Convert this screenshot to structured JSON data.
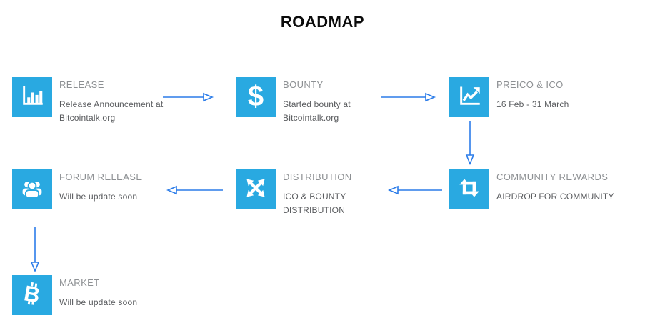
{
  "page": {
    "title": "ROADMAP"
  },
  "colors": {
    "tile_blue": "#29a9e1",
    "arrow_blue": "#2b7ce9",
    "item_title_gray": "#8d9093",
    "item_desc_gray": "#595b5e",
    "heading_black": "#0b0b0b"
  },
  "items": [
    {
      "title": "RELEASE",
      "description": "Release Announcement at Bitcointalk.org",
      "icon": "bar-chart-icon"
    },
    {
      "title": "BOUNTY",
      "description": "Started bounty at Bitcointalk.org",
      "icon": "dollar-icon",
      "icon_glyph": "$"
    },
    {
      "title": "PREICO & ICO",
      "description": "16 Feb - 31 March",
      "icon": "line-chart-icon"
    },
    {
      "title": "COMMUNITY REWARDS",
      "description": "AIRDROP FOR COMMUNITY",
      "icon": "retweet-icon"
    },
    {
      "title": "DISTRIBUTION",
      "description": "ICO & BOUNTY DISTRIBUTION",
      "icon": "arrows-out-icon"
    },
    {
      "title": "FORUM RELEASE",
      "description": "Will be update soon",
      "icon": "users-icon"
    },
    {
      "title": "MARKET",
      "description": "Will be update soon",
      "icon": "bitcoin-icon",
      "icon_glyph": "B"
    }
  ]
}
